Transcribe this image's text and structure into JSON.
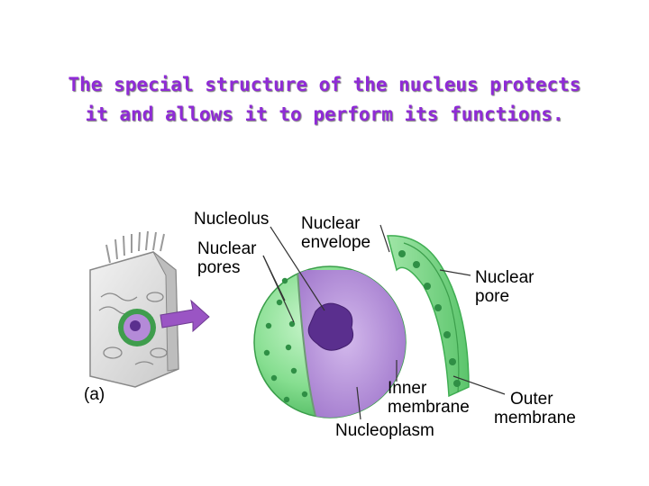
{
  "title": {
    "line1": "The special structure of the nucleus protects",
    "line2": "it and allows it to perform its functions."
  },
  "figure": {
    "panel_label": "(a)",
    "labels": {
      "nucleolus": "Nucleolus",
      "nuclear_pores": {
        "line1": "Nuclear",
        "line2": "pores"
      },
      "nuclear_envelope": {
        "line1": "Nuclear",
        "line2": "envelope"
      },
      "nuclear_pore": {
        "line1": "Nuclear",
        "line2": "pore"
      },
      "inner_membrane": {
        "line1": "Inner",
        "line2": "membrane"
      },
      "outer_membrane": {
        "line1": "Outer",
        "line2": "membrane"
      },
      "nucleoplasm": "Nucleoplasm"
    },
    "colors": {
      "title": "#8f2bd6",
      "nucleus_green": "#7fd88a",
      "interior_purple": "#b48ad8",
      "nucleolus": "#5a2f8e",
      "arrow": "#9a55c4"
    }
  }
}
